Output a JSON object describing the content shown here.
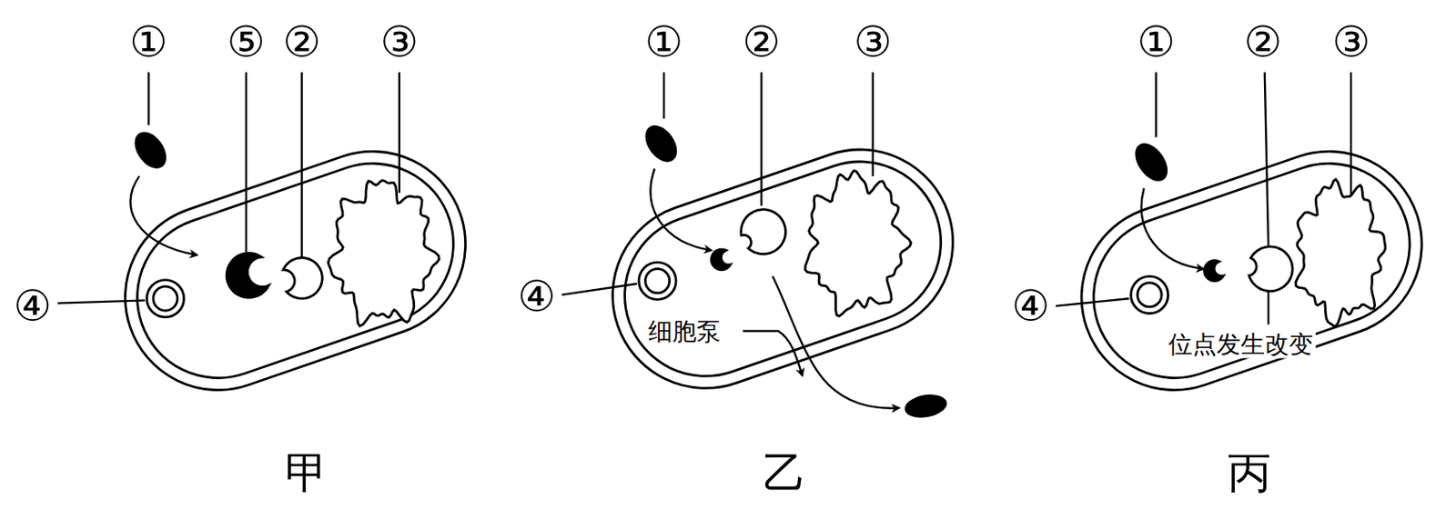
{
  "diagram": {
    "labels": [
      "①",
      "⑤",
      "②",
      "③",
      "④",
      "甲",
      "①",
      "②",
      "③",
      "④",
      "细胞泵",
      "乙",
      "①",
      "②",
      "③",
      "④",
      "位点发生改变",
      "丙"
    ]
  }
}
